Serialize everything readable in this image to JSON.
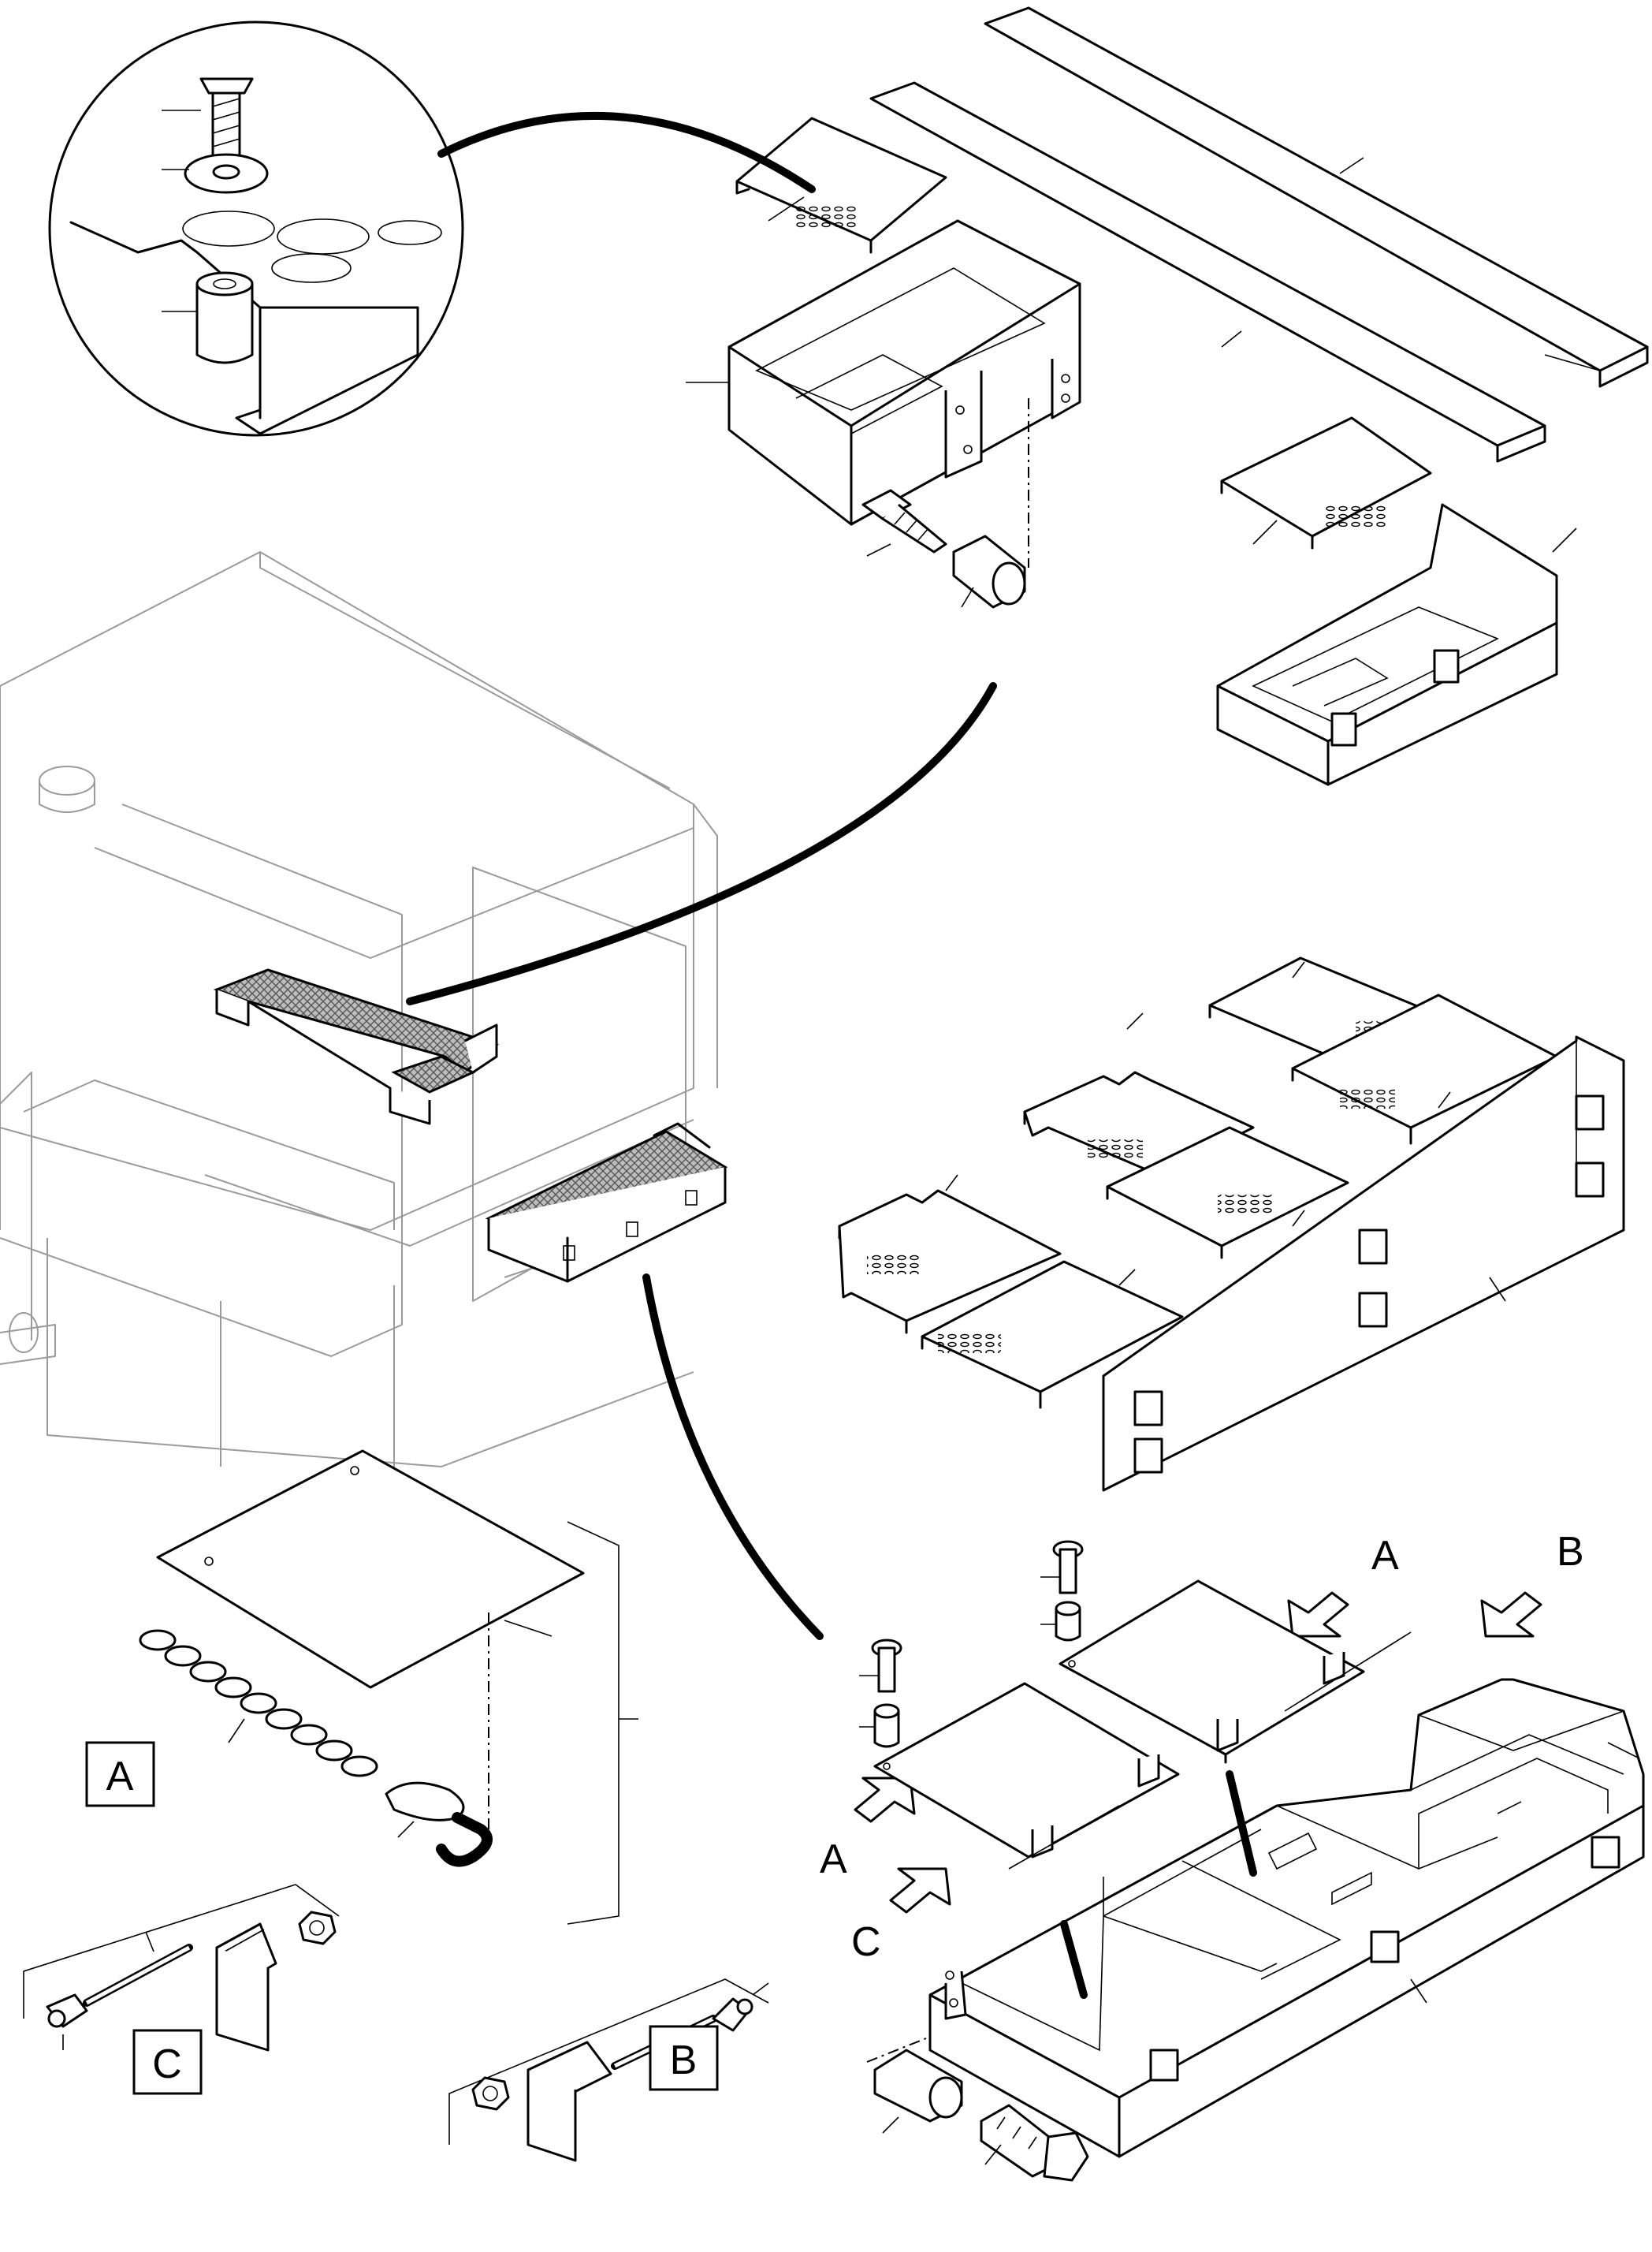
{
  "labels": {
    "a_box": "A",
    "b_box": "B",
    "c_box": "C",
    "arrow_a_top": "A",
    "arrow_b_top": "B",
    "arrow_a_left": "A",
    "arrow_c_left": "C"
  },
  "icons": [
    "bolt-icon",
    "washer-icon",
    "spacer-icon",
    "chain-icon",
    "hook-icon",
    "nut-icon",
    "cable-icon",
    "plate-icon"
  ]
}
